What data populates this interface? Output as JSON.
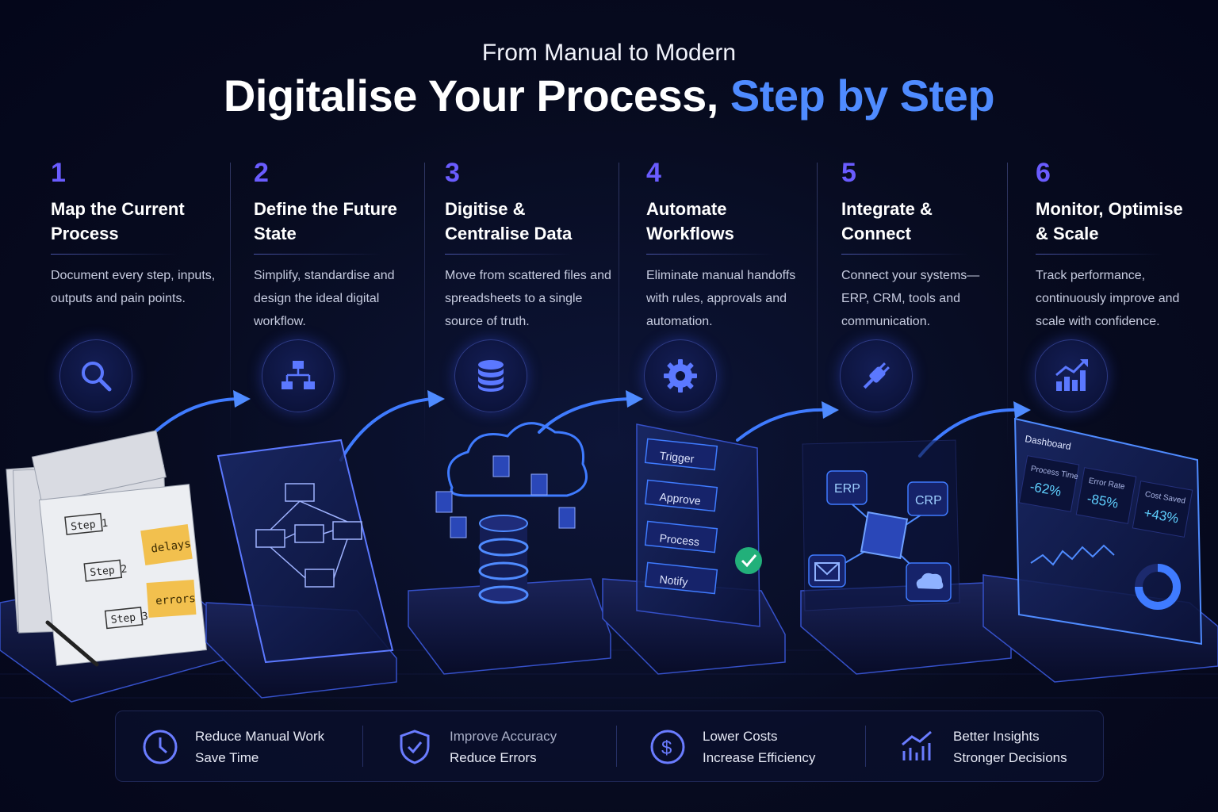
{
  "header": {
    "subtitle": "From Manual to Modern",
    "title_main": "Digitalise Your Process, ",
    "title_accent": "Step by Step"
  },
  "steps": [
    {
      "num": "1",
      "title": "Map the Current Process",
      "desc": "Document every step, inputs, outputs and pain points.",
      "icon": "magnifier-icon"
    },
    {
      "num": "2",
      "title": "Define the Future State",
      "desc": "Simplify, standardise and design the ideal digital workflow.",
      "icon": "flowchart-icon"
    },
    {
      "num": "3",
      "title": "Digitise & Centralise Data",
      "desc": "Move from scattered files and spreadsheets to a single source of truth.",
      "icon": "database-icon"
    },
    {
      "num": "4",
      "title": "Automate Workflows",
      "desc": "Eliminate manual handoffs with rules, approvals and automation.",
      "icon": "gear-icon"
    },
    {
      "num": "5",
      "title": "Integrate & Connect",
      "desc": "Connect your systems— ERP, CRM, tools and communication.",
      "icon": "plug-icon"
    },
    {
      "num": "6",
      "title": "Monitor, Optimise & Scale",
      "desc": "Track performance, continuously improve and scale with confidence.",
      "icon": "growth-chart-icon"
    }
  ],
  "scenes": {
    "paper_notes": [
      "Step 1",
      "Step 2",
      "Step 3",
      "delays",
      "errors"
    ],
    "workflow_steps": [
      "Trigger",
      "Approve",
      "Process",
      "Notify"
    ],
    "integrations": [
      "ERP",
      "CRP"
    ],
    "dashboard": {
      "title": "Dashboard",
      "metrics": [
        {
          "label": "Process Time",
          "value": "-62%"
        },
        {
          "label": "Error Rate",
          "value": "-85%"
        },
        {
          "label": "Cost Saved",
          "value": "+43%"
        }
      ]
    }
  },
  "benefits": [
    {
      "line1": "Reduce Manual Work",
      "line2": "Save Time",
      "icon": "clock-icon"
    },
    {
      "line1": "Improve Accuracy",
      "line2": "Reduce Errors",
      "icon": "shield-check-icon"
    },
    {
      "line1": "Lower Costs",
      "line2": "Increase Efficiency",
      "icon": "dollar-icon"
    },
    {
      "line1": "Better Insights",
      "line2": "Stronger Decisions",
      "icon": "trend-bars-icon"
    }
  ],
  "colors": {
    "background": "#070b1f",
    "accent_blue": "#4f8bff",
    "number_violet": "#6a5cff",
    "glow": "#2f6bff",
    "success_green": "#22b07a",
    "sticky_note": "#f2c04e"
  }
}
